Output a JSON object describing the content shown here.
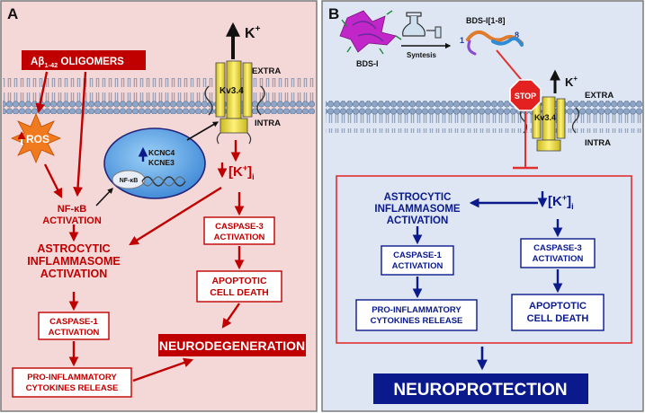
{
  "panel_a": {
    "letter": "A",
    "oligomers": {
      "main": "Aβ",
      "sub": "1-42",
      "rest": " OLIGOMERS"
    },
    "ros": "ROS",
    "extra": "EXTRA",
    "intra": "INTRA",
    "channel": "Kv3.4",
    "potassium": "K",
    "potassium_sup": "+",
    "nfkb_activation": [
      "NF-κB",
      "ACTIVATION"
    ],
    "nfkb_bubble": "NF-κB",
    "genes": [
      "KCNC4",
      "KCNE3"
    ],
    "k_intra": {
      "bracket_open": "[K",
      "sup": "+",
      "bracket_close": "]",
      "sub": "i"
    },
    "astro": [
      "ASTROCYTIC",
      "INFLAMMASOME",
      "ACTIVATION"
    ],
    "caspase3": [
      "CASPASE-3",
      "ACTIVATION"
    ],
    "caspase1": [
      "CASPASE-1",
      "ACTIVATION"
    ],
    "apoptotic": [
      "APOPTOTIC",
      "CELL DEATH"
    ],
    "neurodegeneration": "NEURODEGENERATION",
    "cytokines": [
      "PRO-INFLAMMATORY",
      "CYTOKINES RELEASE"
    ]
  },
  "panel_b": {
    "letter": "B",
    "bds_i": "BDS-I",
    "synthesis": "Syntesis",
    "bds_i_fragment": "BDS-I[1-8]",
    "residue_start": "1",
    "residue_end": "8",
    "stop": "STOP",
    "extra": "EXTRA",
    "intra": "INTRA",
    "channel": "Kv3.4",
    "potassium": "K",
    "potassium_sup": "+",
    "astro": [
      "ASTROCYTIC",
      "INFLAMMASOME",
      "ACTIVATION"
    ],
    "k_intra": {
      "bracket_open": "[K",
      "sup": "+",
      "bracket_close": "]",
      "sub": "i"
    },
    "caspase1": [
      "CASPASE-1",
      "ACTIVATION"
    ],
    "caspase3": [
      "CASPASE-3",
      "ACTIVATION"
    ],
    "cytokines": [
      "PRO-INFLAMMATORY",
      "CYTOKINES RELEASE"
    ],
    "apoptotic": [
      "APOPTOTIC",
      "CELL DEATH"
    ],
    "neuroprotection": "NEUROPROTECTION"
  },
  "colors": {
    "red": "#c00000",
    "navy": "#0a1a8c",
    "panel_a_bg": "#f4d7d7",
    "panel_b_bg": "#dde6f2",
    "membrane": "#8aa0bf",
    "channel": "#f3e23a",
    "ros": "#f07a1e"
  }
}
